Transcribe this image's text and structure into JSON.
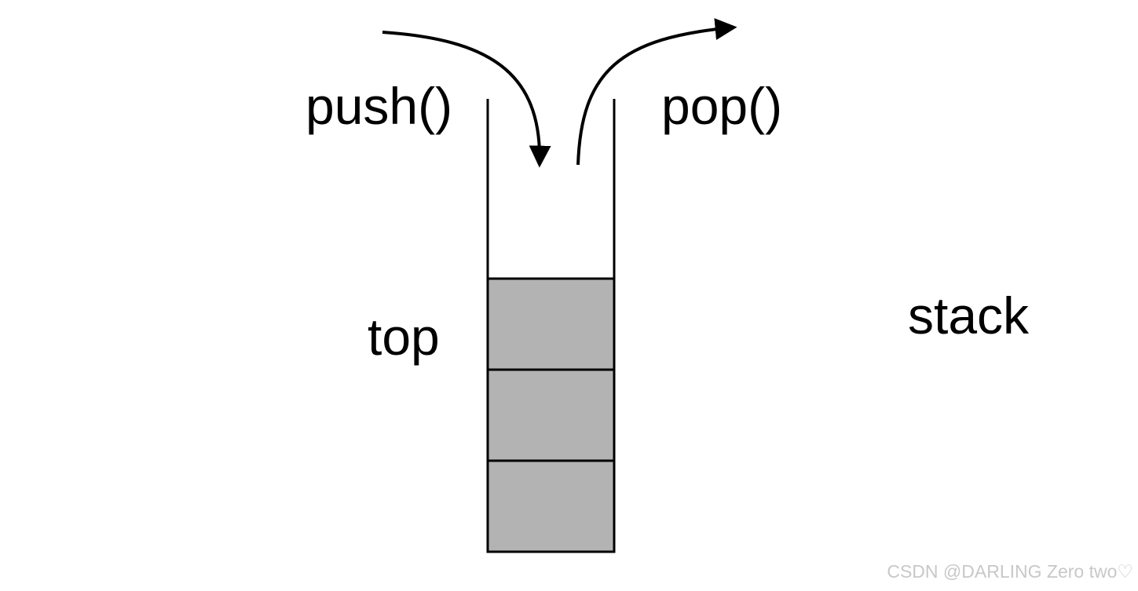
{
  "labels": {
    "push": "push()",
    "pop": "pop()",
    "top": "top",
    "stack": "stack"
  },
  "stack": {
    "filled_slots": 3
  },
  "watermark": "CSDN @DARLING Zero two♡",
  "colors": {
    "slot_fill": "#b3b3b3",
    "stroke": "#000000",
    "background": "#ffffff",
    "watermark": "#c8c8c8"
  }
}
